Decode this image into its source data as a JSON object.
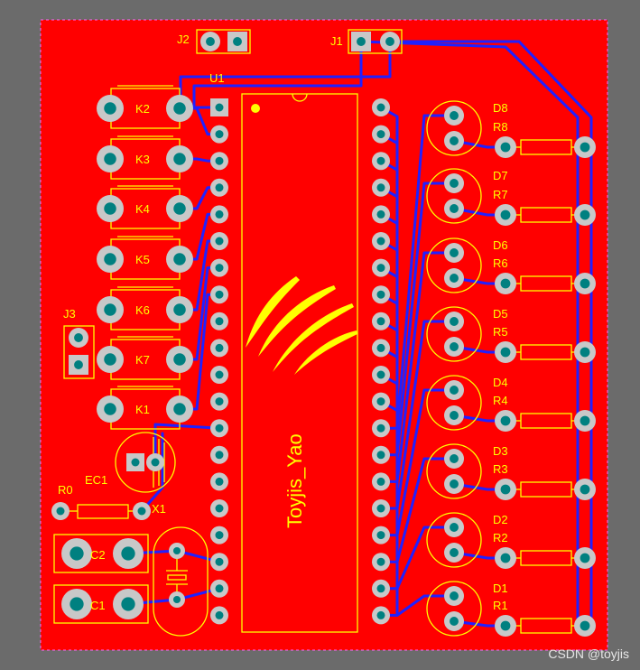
{
  "board": {
    "logo_text": "Toyjis_Yao",
    "watermark": "CSDN @toyjis",
    "colors": {
      "background": "#6b6b6b",
      "copper": "#ff0000",
      "silk": "#ffff00",
      "trace": "#2020ff",
      "pad": "#c8c8c8",
      "drill": "#008080"
    }
  },
  "labels": {
    "J1": "J1",
    "J2": "J2",
    "J3": "J3",
    "U1": "U1",
    "K1": "K1",
    "K2": "K2",
    "K3": "K3",
    "K4": "K4",
    "K5": "K5",
    "K6": "K6",
    "K7": "K7",
    "EC1": "EC1",
    "R0": "R0",
    "X1": "X1",
    "C1": "C1",
    "C2": "C2",
    "D1": "D1",
    "D2": "D2",
    "D3": "D3",
    "D4": "D4",
    "D5": "D5",
    "D6": "D6",
    "D7": "D7",
    "D8": "D8",
    "R1": "R1",
    "R2": "R2",
    "R3": "R3",
    "R4": "R4",
    "R5": "R5",
    "R6": "R6",
    "R7": "R7",
    "R8": "R8"
  }
}
